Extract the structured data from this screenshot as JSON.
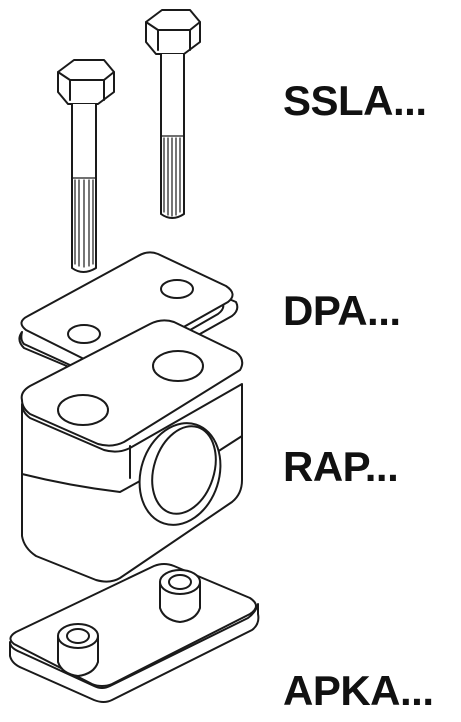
{
  "labels": {
    "bolts": "SSLA...",
    "plate": "DPA...",
    "clamp": "RAP...",
    "base": "APKA..."
  },
  "colors": {
    "line": "#1a1a1a",
    "fill": "#ffffff",
    "text": "#111111"
  }
}
